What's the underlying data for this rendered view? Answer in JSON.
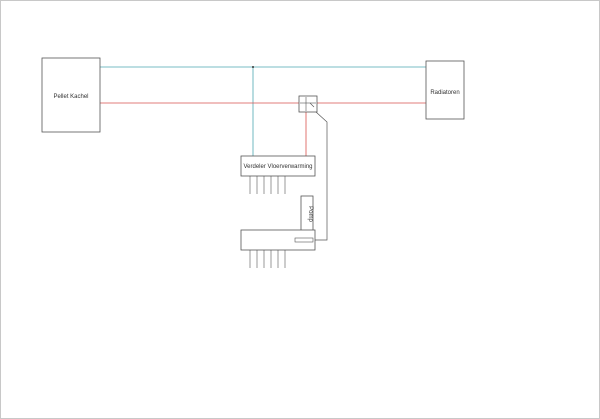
{
  "diagram": {
    "labels": {
      "pellet_kachel": "Pellet Kachel",
      "radiatoren": "Radiatoren",
      "verdeler": "Verdeler Vloerverwarming",
      "pomp": "Pomp"
    },
    "colors": {
      "supply_line": "#4ea7b3",
      "return_line": "#d9534f",
      "outline": "#555555"
    }
  }
}
